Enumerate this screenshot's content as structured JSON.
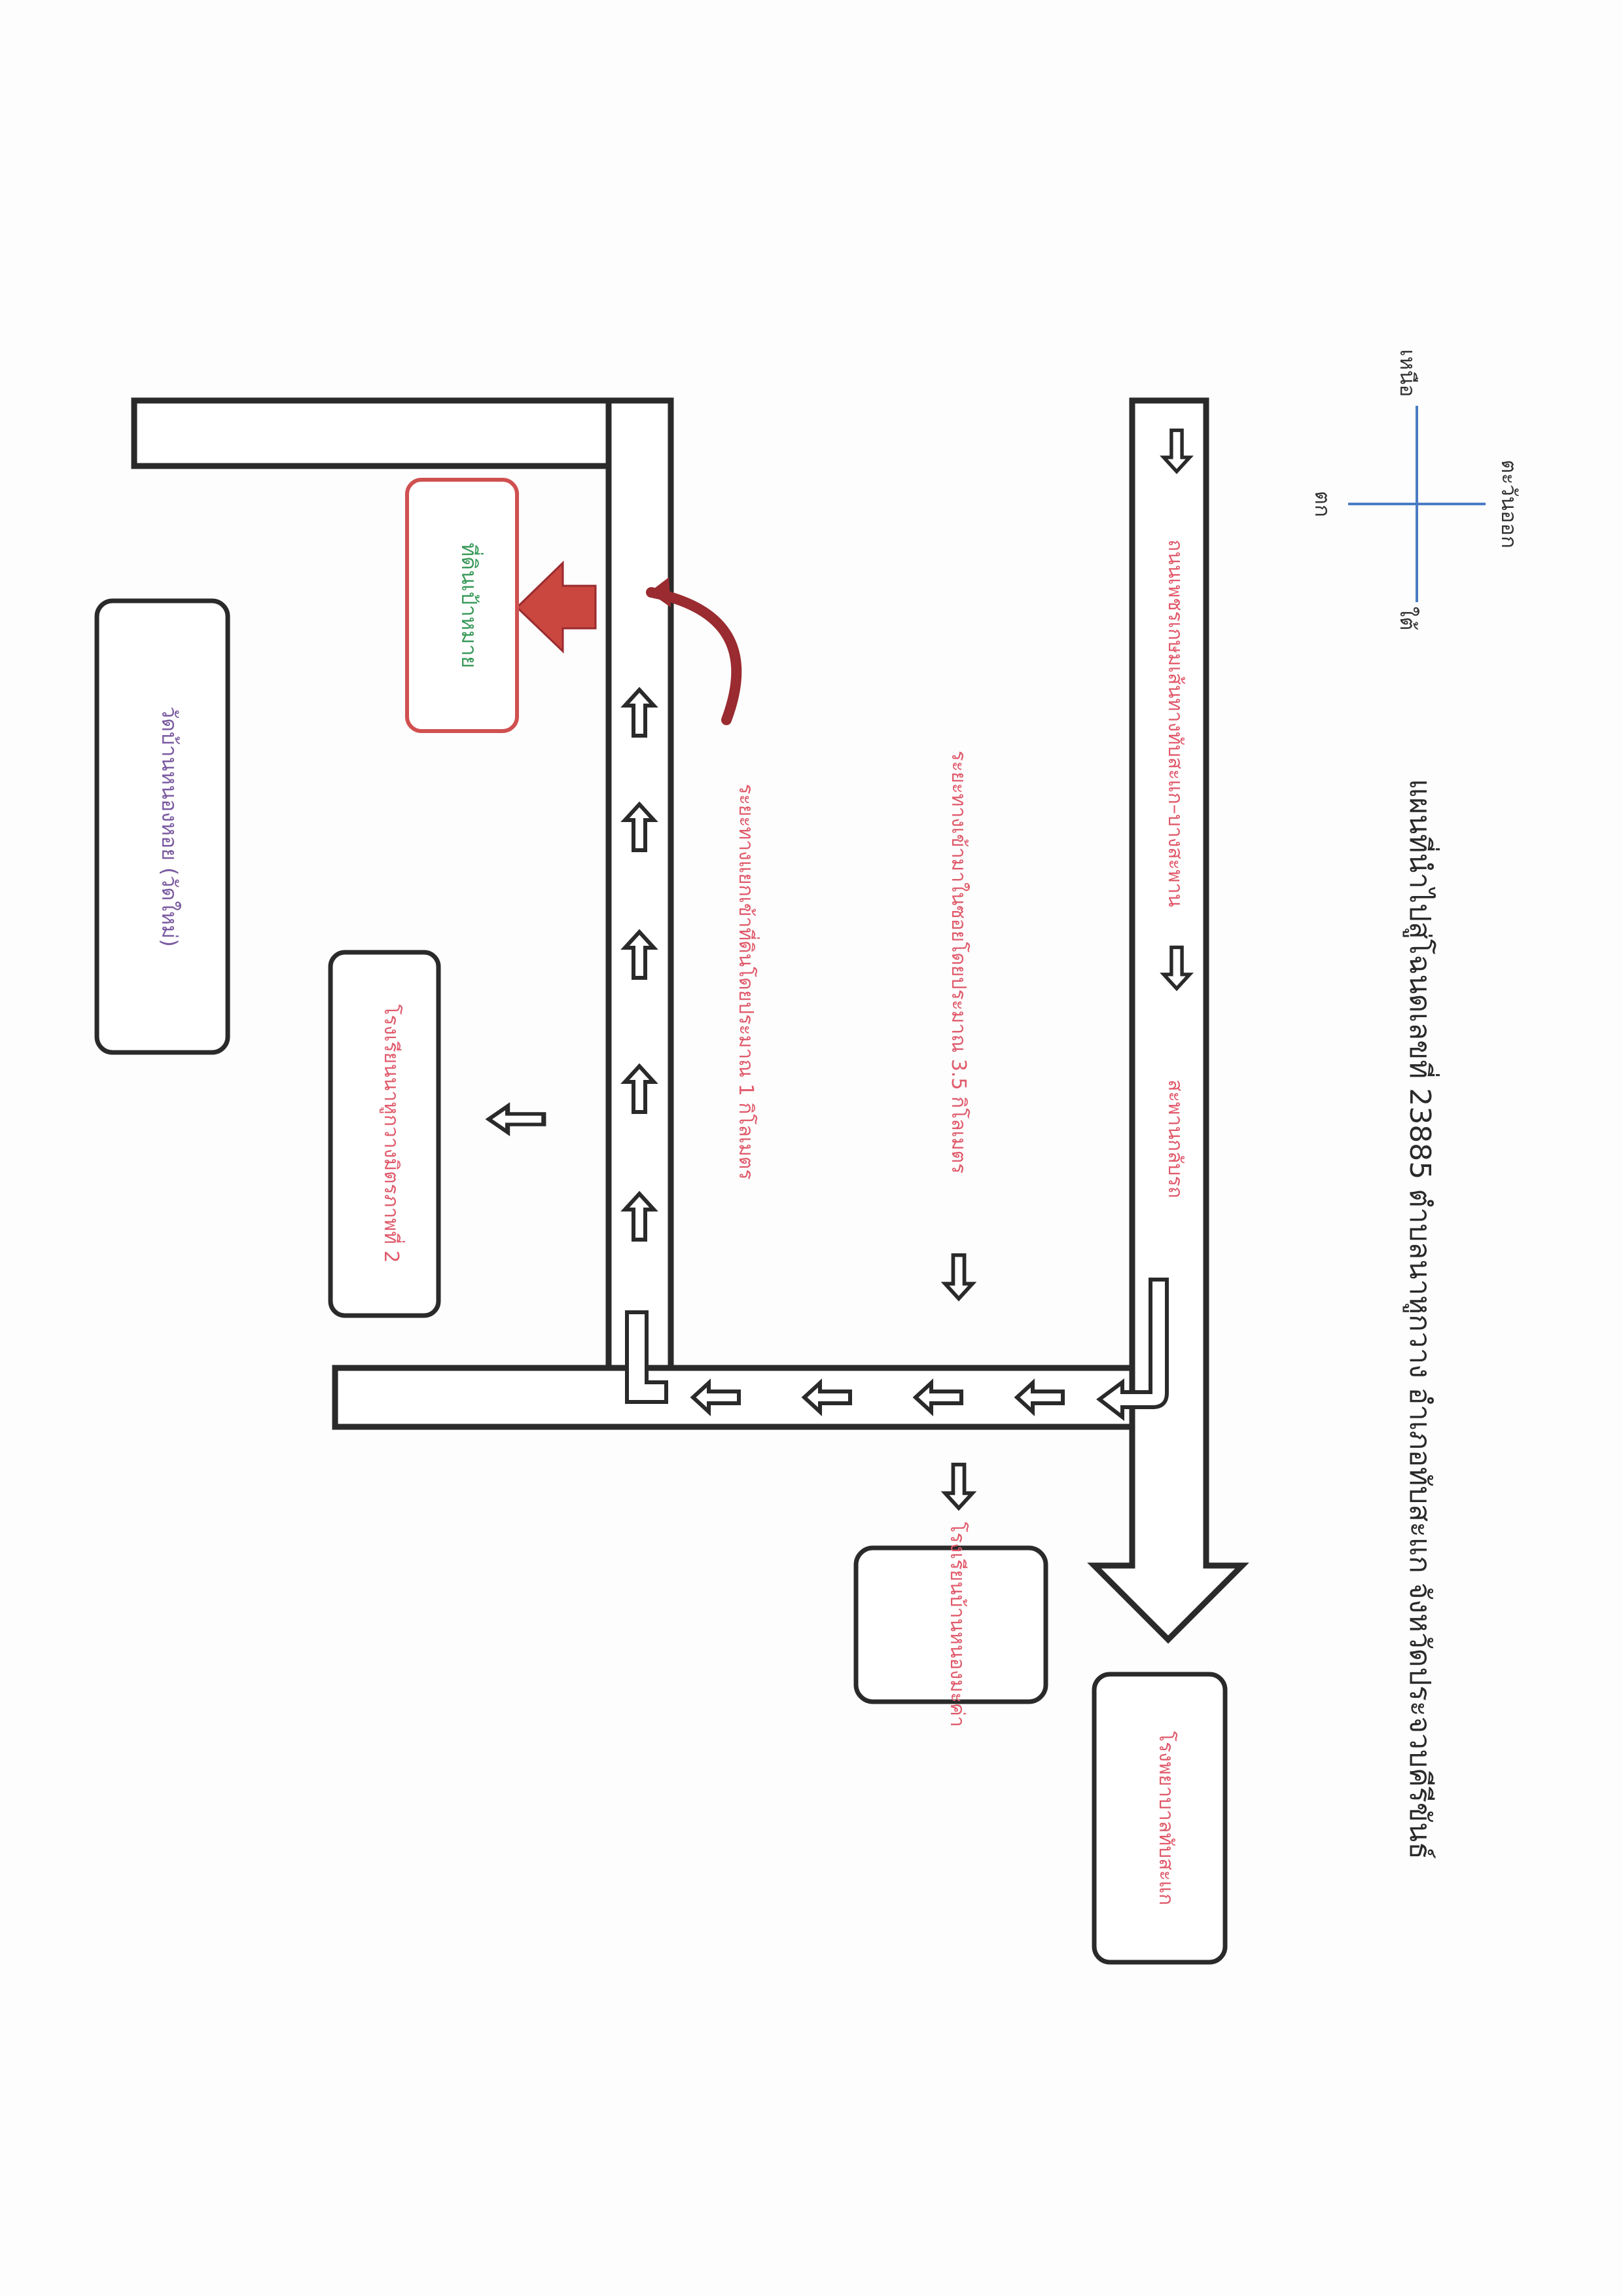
{
  "title": "แผนที่นำไปสู่โฉนดเลขที่ 23885 ตำบลนาหูกวาง อำเภอทับสะแก จังหวัดประจวบคีรีขันธ์",
  "compass": {
    "north": "เหนือ",
    "east": "ตะวันออก",
    "south": "ใต้",
    "west": "ตก"
  },
  "roads": {
    "highway": "ถนนเพชรเกษมเส้นทางทับสะแก–บางสะพาน",
    "overpass": "สะพานกลับรถ",
    "distance_main": "ระยะทางเข้ามาในซอยโดยประมาณ 3.5 กิโลเมตร",
    "distance_branch": "ระยะทางแยกเข้าที่ดินโดยประมาณ 1 กิโลเมตร"
  },
  "landmarks": {
    "hospital": "โรงพยาบาลทับสะแก",
    "school": "โรงเรียนบ้านหนองมะค่า",
    "temple": "วัดบ้านหนองหอย (วัดใหม่)",
    "target": "ที่ดินเป้าหมาย",
    "community_school": "โรงเรียนนาหูกวางมิตรภาพที่ 2"
  },
  "colors": {
    "road_outline": "#2a2a2a",
    "label_text": "#e05a6b",
    "target_text": "#3a9a5a",
    "target_arrow": "#c9473f",
    "temple_text": "#7a5aa0",
    "compass_line": "#4a7cc4"
  }
}
